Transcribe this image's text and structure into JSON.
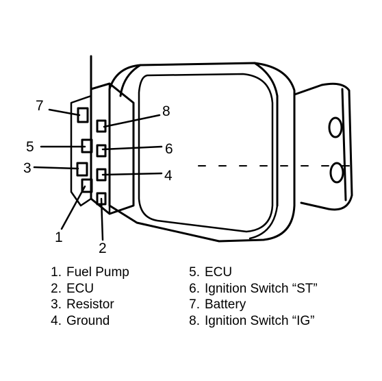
{
  "diagram": {
    "callouts": [
      "7",
      "8",
      "5",
      "6",
      "3",
      "4",
      "1",
      "2"
    ],
    "legend_left": [
      {
        "num": "1.",
        "label": "Fuel Pump"
      },
      {
        "num": "2.",
        "label": "ECU"
      },
      {
        "num": "3.",
        "label": "Resistor"
      },
      {
        "num": "4.",
        "label": "Ground"
      }
    ],
    "legend_right": [
      {
        "num": "5.",
        "label": "ECU"
      },
      {
        "num": "6.",
        "label": "Ignition Switch “ST”"
      },
      {
        "num": "7.",
        "label": "Battery"
      },
      {
        "num": "8.",
        "label": "Ignition Switch “IG”"
      }
    ]
  }
}
